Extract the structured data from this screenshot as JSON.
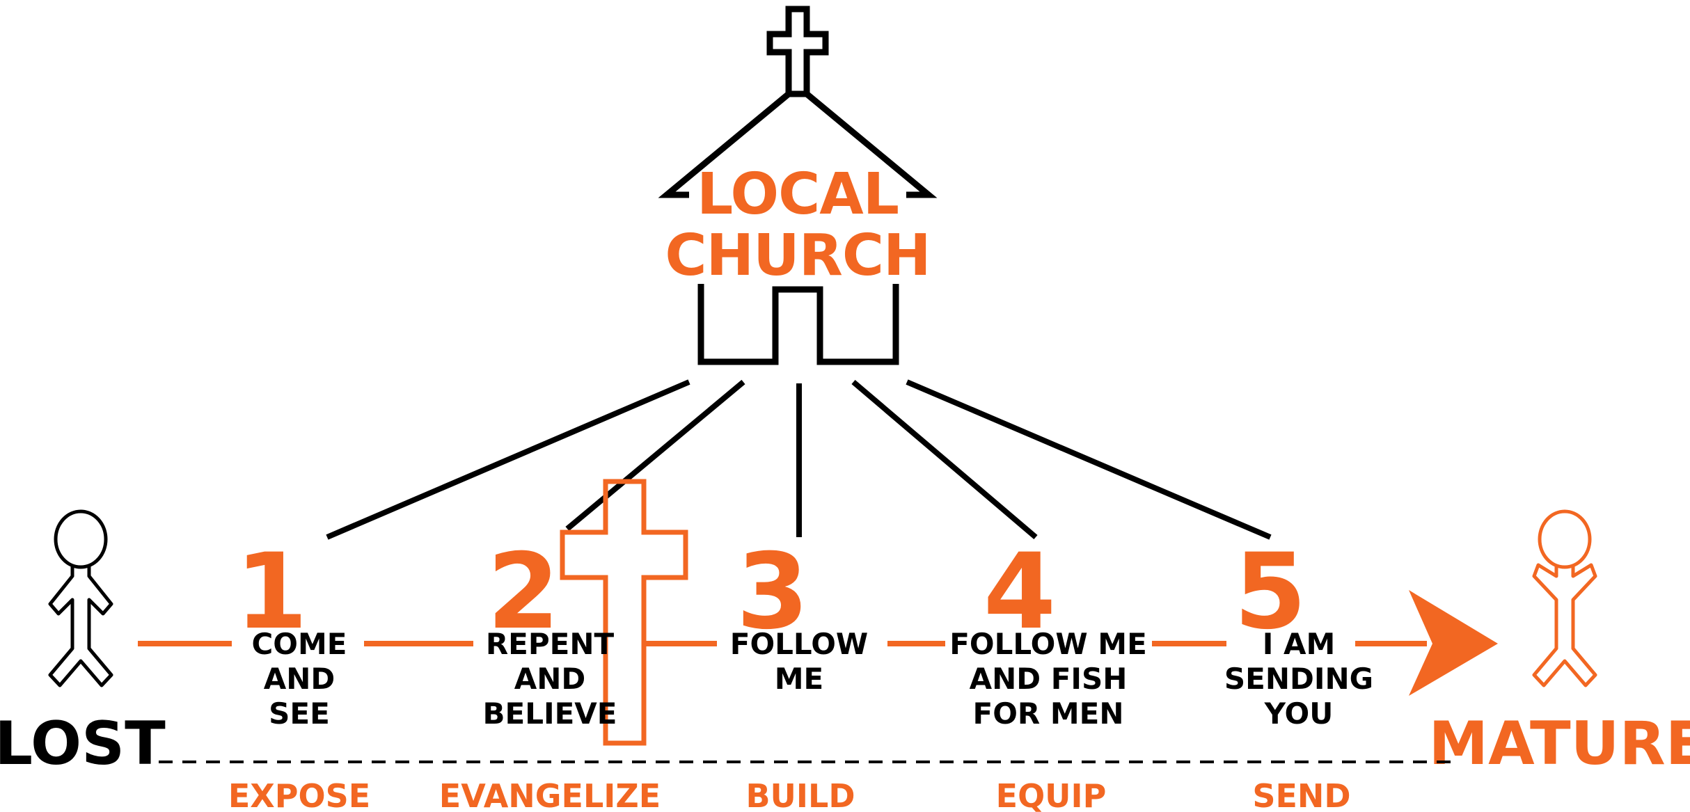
{
  "colors": {
    "accent": "#F26722",
    "ink": "#000000",
    "background": "#FFFFFF"
  },
  "church": {
    "title_line1": "LOCAL",
    "title_line2": "CHURCH",
    "icon": "church-building-icon"
  },
  "start_label": "LOST",
  "end_label": "MATURE",
  "steps": [
    {
      "number": "1",
      "lines": [
        "COME",
        "AND",
        "SEE"
      ],
      "stage": "EXPOSE"
    },
    {
      "number": "2",
      "lines": [
        "REPENT",
        "AND",
        "BELIEVE"
      ],
      "stage": "EVANGELIZE"
    },
    {
      "number": "3",
      "lines": [
        "FOLLOW",
        "ME"
      ],
      "stage": "BUILD"
    },
    {
      "number": "4",
      "lines": [
        "FOLLOW ME",
        "AND FISH",
        "FOR MEN"
      ],
      "stage": "EQUIP"
    },
    {
      "number": "5",
      "lines": [
        "I AM",
        "SENDING",
        "YOU"
      ],
      "stage": "SEND"
    }
  ],
  "icons": {
    "start_figure": "person-outline-icon",
    "end_figure": "person-outline-icon",
    "cross": "cross-icon",
    "arrow": "arrow-right-icon"
  }
}
